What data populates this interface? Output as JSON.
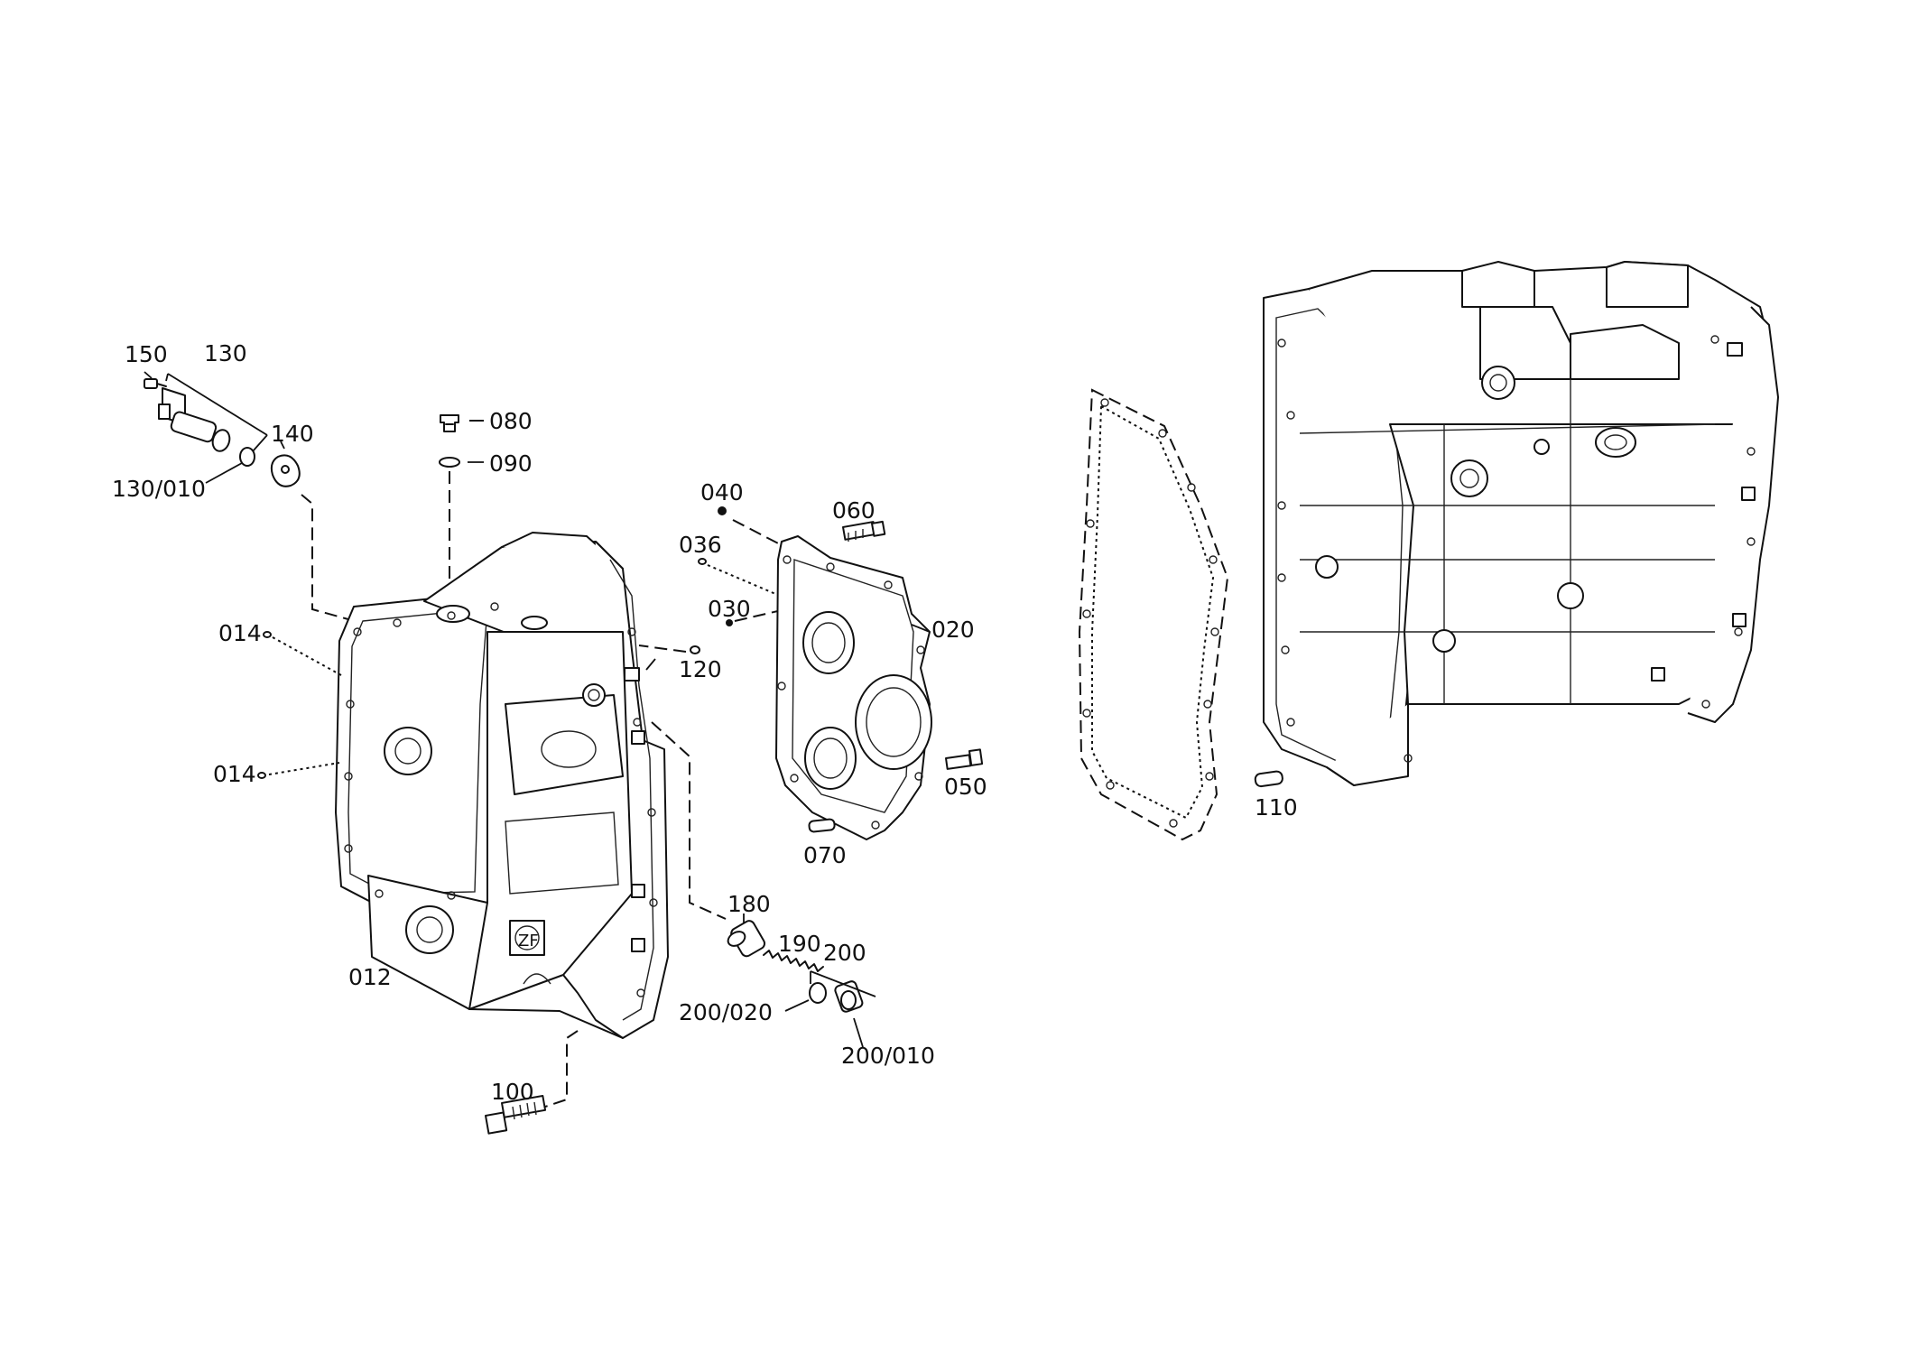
{
  "diagram": {
    "colors": {
      "ink": "#111111",
      "paper": "#ffffff"
    },
    "labels": {
      "p150": "150",
      "p130": "130",
      "p140": "140",
      "p130_010": "130/010",
      "p080": "080",
      "p090": "090",
      "p014a": "014",
      "p014b": "014",
      "p120": "120",
      "p040": "040",
      "p060": "060",
      "p036": "036",
      "p030": "030",
      "p020": "020",
      "p050": "050",
      "p070": "070",
      "p012": "012",
      "p180": "180",
      "p190": "190",
      "p200": "200",
      "p200_020": "200/020",
      "p200_010": "200/010",
      "p100": "100",
      "p110": "110"
    }
  }
}
